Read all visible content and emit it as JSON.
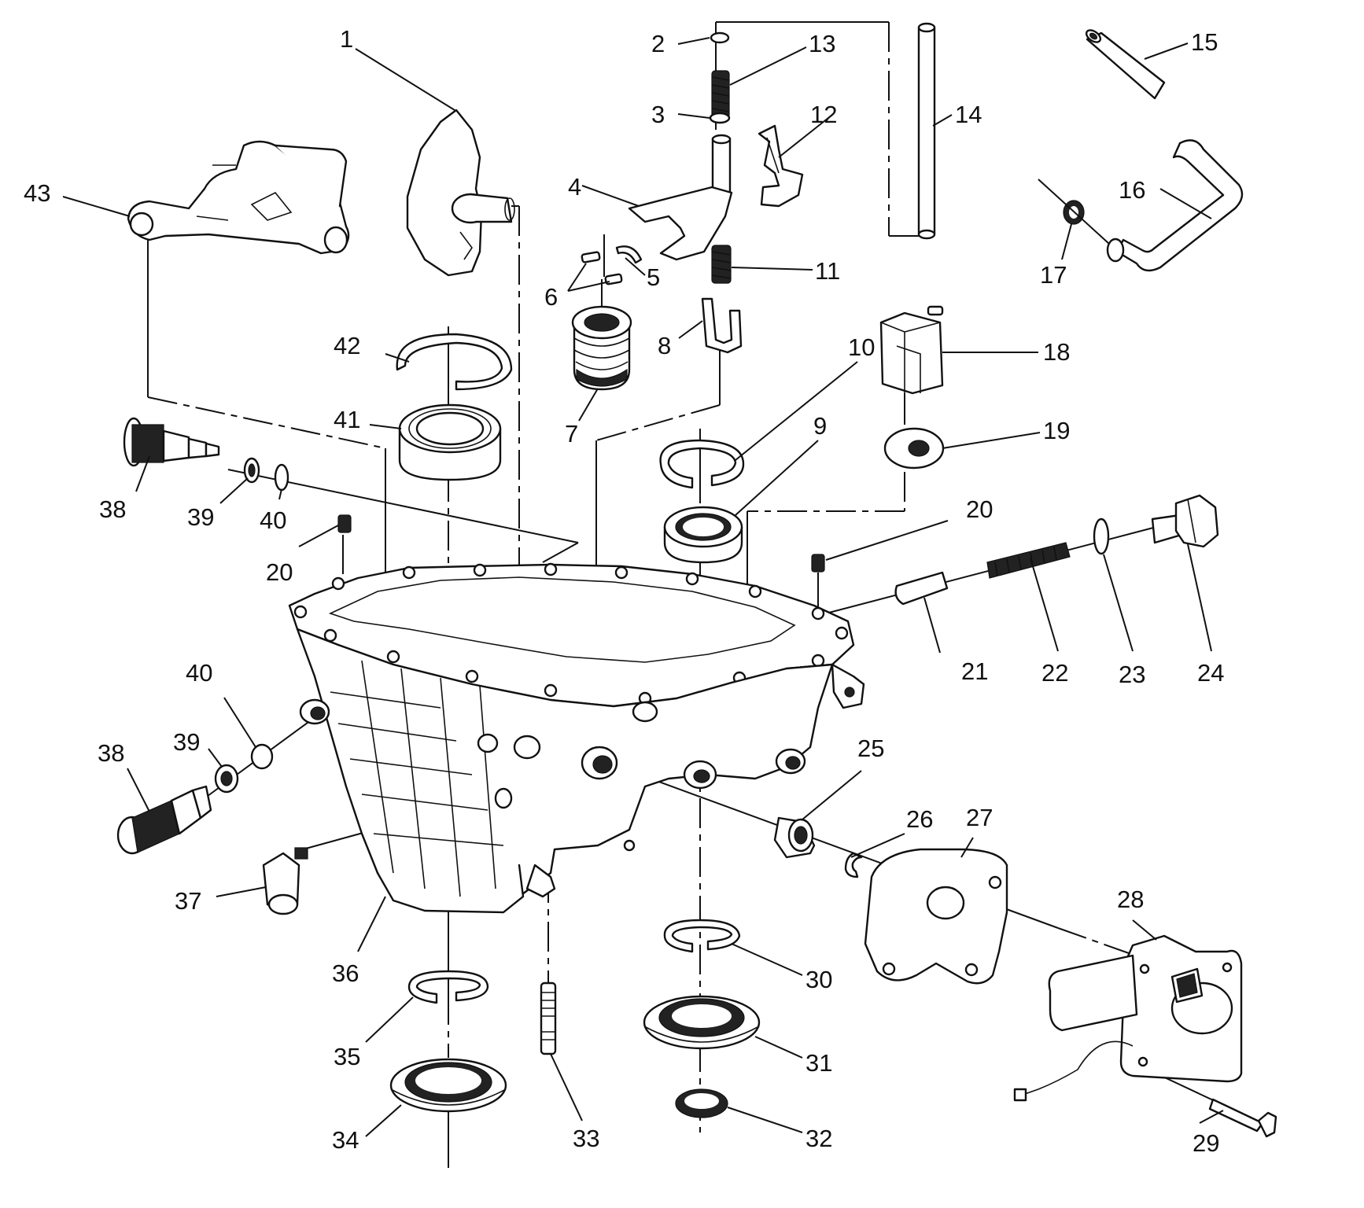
{
  "diagram": {
    "colors": {
      "ink": "#111111",
      "background": "#ffffff"
    },
    "callouts": [
      {
        "id": "c1",
        "label": "1"
      },
      {
        "id": "c2",
        "label": "2"
      },
      {
        "id": "c3",
        "label": "3"
      },
      {
        "id": "c4",
        "label": "4"
      },
      {
        "id": "c5",
        "label": "5"
      },
      {
        "id": "c6",
        "label": "6"
      },
      {
        "id": "c7",
        "label": "7"
      },
      {
        "id": "c8",
        "label": "8"
      },
      {
        "id": "c9",
        "label": "9"
      },
      {
        "id": "c10",
        "label": "10"
      },
      {
        "id": "c11",
        "label": "11"
      },
      {
        "id": "c12",
        "label": "12"
      },
      {
        "id": "c13",
        "label": "13"
      },
      {
        "id": "c14",
        "label": "14"
      },
      {
        "id": "c15",
        "label": "15"
      },
      {
        "id": "c16",
        "label": "16"
      },
      {
        "id": "c17",
        "label": "17"
      },
      {
        "id": "c18",
        "label": "18"
      },
      {
        "id": "c19",
        "label": "19"
      },
      {
        "id": "c20a",
        "label": "20"
      },
      {
        "id": "c20b",
        "label": "20"
      },
      {
        "id": "c21",
        "label": "21"
      },
      {
        "id": "c22",
        "label": "22"
      },
      {
        "id": "c23",
        "label": "23"
      },
      {
        "id": "c24",
        "label": "24"
      },
      {
        "id": "c25",
        "label": "25"
      },
      {
        "id": "c26",
        "label": "26"
      },
      {
        "id": "c27",
        "label": "27"
      },
      {
        "id": "c28",
        "label": "28"
      },
      {
        "id": "c29",
        "label": "29"
      },
      {
        "id": "c30",
        "label": "30"
      },
      {
        "id": "c31",
        "label": "31"
      },
      {
        "id": "c32",
        "label": "32"
      },
      {
        "id": "c33",
        "label": "33"
      },
      {
        "id": "c34",
        "label": "34"
      },
      {
        "id": "c35",
        "label": "35"
      },
      {
        "id": "c36",
        "label": "36"
      },
      {
        "id": "c37",
        "label": "37"
      },
      {
        "id": "c38a",
        "label": "38"
      },
      {
        "id": "c38b",
        "label": "38"
      },
      {
        "id": "c39a",
        "label": "39"
      },
      {
        "id": "c39b",
        "label": "39"
      },
      {
        "id": "c40a",
        "label": "40"
      },
      {
        "id": "c40b",
        "label": "40"
      },
      {
        "id": "c41",
        "label": "41"
      },
      {
        "id": "c42",
        "label": "42"
      },
      {
        "id": "c43",
        "label": "43"
      }
    ]
  }
}
